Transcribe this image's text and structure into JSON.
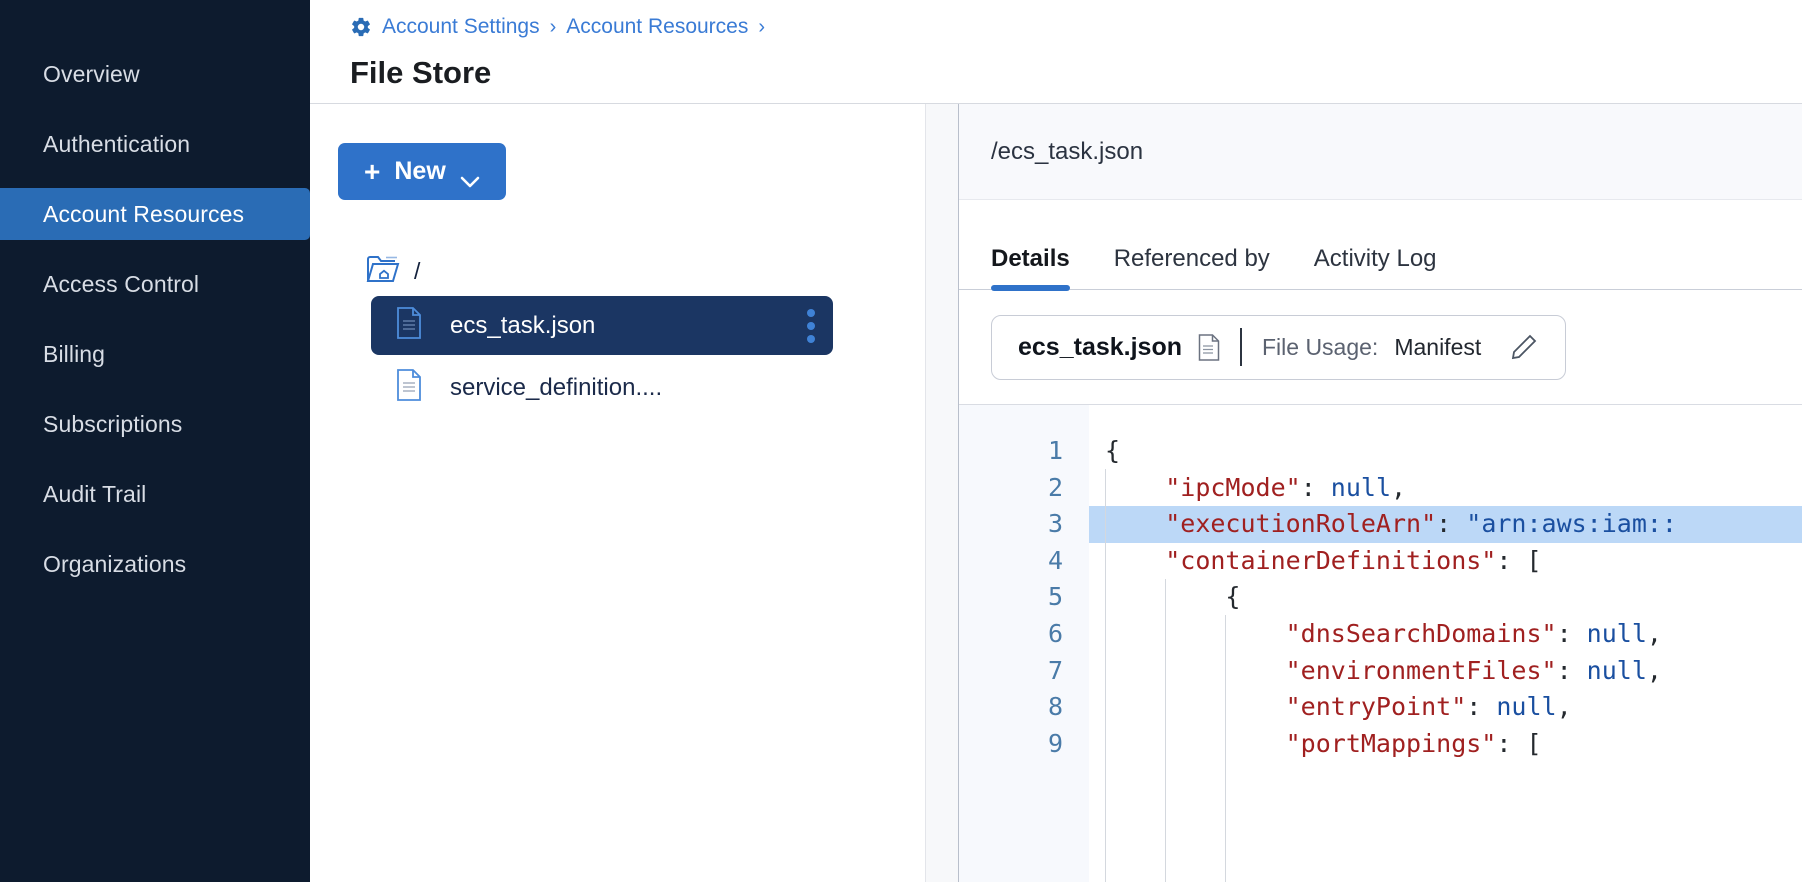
{
  "sidebar": {
    "items": [
      {
        "label": "Overview",
        "active": false
      },
      {
        "label": "Authentication",
        "active": false
      },
      {
        "label": "Account Resources",
        "active": true
      },
      {
        "label": "Access Control",
        "active": false
      },
      {
        "label": "Billing",
        "active": false
      },
      {
        "label": "Subscriptions",
        "active": false
      },
      {
        "label": "Audit Trail",
        "active": false
      },
      {
        "label": "Organizations",
        "active": false
      }
    ]
  },
  "header": {
    "breadcrumb": [
      {
        "label": "Account Settings"
      },
      {
        "label": "Account Resources"
      }
    ],
    "separator": "›",
    "gear_icon": "gear-icon",
    "title": "File Store"
  },
  "tree_pane": {
    "new_button": {
      "plus": "+",
      "label": "New",
      "caret": "chevron-down-icon"
    },
    "root": {
      "icon": "folder-home-icon",
      "label": "/"
    },
    "files": [
      {
        "name": "ecs_task.json",
        "icon": "json-file-icon",
        "selected": true,
        "menu": "kebab-menu-icon"
      },
      {
        "name": "service_definition....",
        "icon": "json-file-icon",
        "selected": false
      }
    ]
  },
  "detail": {
    "path": "/ecs_task.json",
    "tabs": [
      {
        "label": "Details",
        "active": true
      },
      {
        "label": "Referenced by",
        "active": false
      },
      {
        "label": "Activity Log",
        "active": false
      }
    ],
    "usage_chip": {
      "file_name": "ecs_task.json",
      "file_icon": "document-icon",
      "usage_label": "File Usage:",
      "usage_value": "Manifest",
      "edit_icon": "pencil-icon"
    }
  },
  "editor": {
    "line_numbers": [
      "1",
      "2",
      "3",
      "4",
      "5",
      "6",
      "7",
      "8",
      "9"
    ],
    "highlighted_line": 3,
    "lines": [
      {
        "n": 1,
        "text": "{",
        "tokens": [
          {
            "t": "{",
            "c": "pun"
          }
        ]
      },
      {
        "n": 2,
        "text": "    \"ipcMode\": null,",
        "tokens": [
          {
            "t": "    ",
            "c": "pun"
          },
          {
            "t": "\"ipcMode\"",
            "c": "key"
          },
          {
            "t": ": ",
            "c": "pun"
          },
          {
            "t": "null",
            "c": "val"
          },
          {
            "t": ",",
            "c": "pun"
          }
        ]
      },
      {
        "n": 3,
        "text": "    \"executionRoleArn\": \"arn:aws:iam::",
        "tokens": [
          {
            "t": "    ",
            "c": "pun"
          },
          {
            "t": "\"executionRoleArn\"",
            "c": "key"
          },
          {
            "t": ": ",
            "c": "pun"
          },
          {
            "t": "\"arn:aws:iam::",
            "c": "val"
          }
        ]
      },
      {
        "n": 4,
        "text": "    \"containerDefinitions\": [",
        "tokens": [
          {
            "t": "    ",
            "c": "pun"
          },
          {
            "t": "\"containerDefinitions\"",
            "c": "key"
          },
          {
            "t": ": [",
            "c": "pun"
          }
        ]
      },
      {
        "n": 5,
        "text": "        {",
        "tokens": [
          {
            "t": "        {",
            "c": "pun"
          }
        ]
      },
      {
        "n": 6,
        "text": "            \"dnsSearchDomains\": null,",
        "tokens": [
          {
            "t": "            ",
            "c": "pun"
          },
          {
            "t": "\"dnsSearchDomains\"",
            "c": "key"
          },
          {
            "t": ": ",
            "c": "pun"
          },
          {
            "t": "null",
            "c": "val"
          },
          {
            "t": ",",
            "c": "pun"
          }
        ]
      },
      {
        "n": 7,
        "text": "            \"environmentFiles\": null,",
        "tokens": [
          {
            "t": "            ",
            "c": "pun"
          },
          {
            "t": "\"environmentFiles\"",
            "c": "key"
          },
          {
            "t": ": ",
            "c": "pun"
          },
          {
            "t": "null",
            "c": "val"
          },
          {
            "t": ",",
            "c": "pun"
          }
        ]
      },
      {
        "n": 8,
        "text": "            \"entryPoint\": null,",
        "tokens": [
          {
            "t": "            ",
            "c": "pun"
          },
          {
            "t": "\"entryPoint\"",
            "c": "key"
          },
          {
            "t": ": ",
            "c": "pun"
          },
          {
            "t": "null",
            "c": "val"
          },
          {
            "t": ",",
            "c": "pun"
          }
        ]
      },
      {
        "n": 9,
        "text": "            \"portMappings\": [",
        "tokens": [
          {
            "t": "            ",
            "c": "pun"
          },
          {
            "t": "\"portMappings\"",
            "c": "key"
          },
          {
            "t": ": [",
            "c": "pun"
          }
        ]
      }
    ]
  },
  "colors": {
    "sidebar_bg": "#0d1b2e",
    "accent": "#2f72c9",
    "active_nav": "#2a6cb5",
    "selected_row": "#1b3663",
    "code_key": "#a02020",
    "code_value": "#1a4fa0",
    "highlight_line": "#bcd8f7"
  }
}
